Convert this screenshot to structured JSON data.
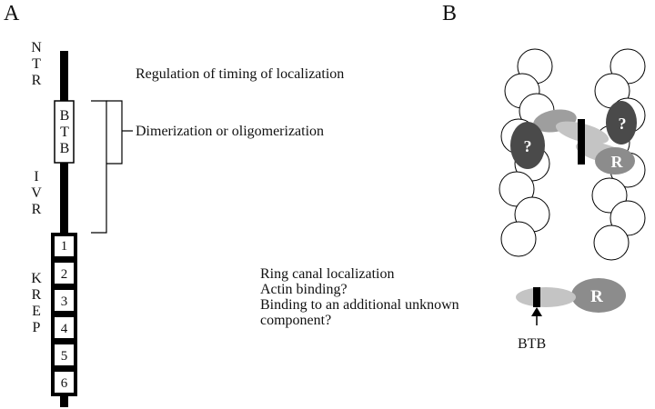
{
  "panel_a": {
    "letter": "A",
    "domains": {
      "ntr": [
        "N",
        "T",
        "R"
      ],
      "btb": [
        "B",
        "T",
        "B"
      ],
      "ivr": [
        "I",
        "V",
        "R"
      ],
      "krep": [
        "K",
        "R",
        "E",
        "P"
      ]
    },
    "kelch_repeats": [
      "1",
      "2",
      "3",
      "4",
      "5",
      "6"
    ],
    "annotations": {
      "timing": "Regulation of timing of localization",
      "dimerization": "Dimerization or oligomerization",
      "function_lines": [
        "Ring canal localization",
        "Actin binding?",
        "Binding to an additional unknown",
        "component?"
      ]
    }
  },
  "panel_b": {
    "letter": "B",
    "unknown_mark": "?",
    "repeat_mark": "R",
    "btb_label": "BTB",
    "colors": {
      "unknown_fill": "#4a4a4a",
      "repeat_fill": "#8c8c8c",
      "btb_fill": "#bdbdbd",
      "bar": "#000000"
    }
  }
}
